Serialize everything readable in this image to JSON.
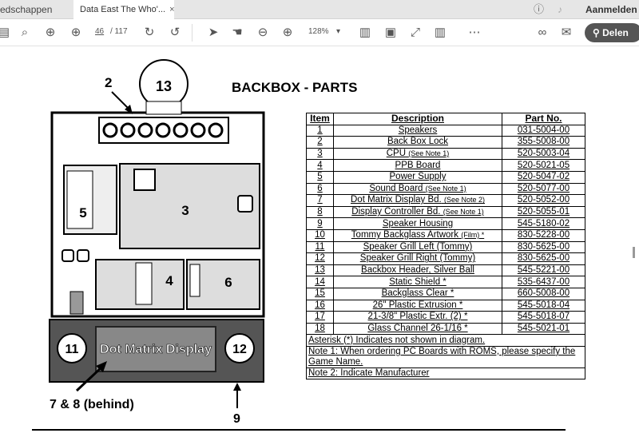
{
  "tabs": [
    {
      "label": "edschappen"
    },
    {
      "label": "Data East The Who'...",
      "close": "×"
    }
  ],
  "header": {
    "signin": "Aanmelden"
  },
  "toolbar": {
    "page_current": "46",
    "page_total": "/ 117",
    "zoom": "128%",
    "share_label": "Delen"
  },
  "document": {
    "title": "BACKBOX - PARTS",
    "diagram_labels": {
      "l2": "2",
      "l13": "13",
      "l5": "5",
      "l3": "3",
      "l4": "4",
      "l6": "6",
      "l11": "11",
      "l12": "12",
      "display": "Dot Matrix Display",
      "l78": "7 & 8 (behind)",
      "l9": "9"
    },
    "table": {
      "headers": [
        "Item",
        "Description",
        "Part No."
      ],
      "rows": [
        [
          "1",
          "Speakers",
          "",
          "031-5004-00"
        ],
        [
          "2",
          "Back Box Lock",
          "",
          "355-5008-00"
        ],
        [
          "3",
          "CPU",
          "(See Note 1)",
          "520-5003-04"
        ],
        [
          "4",
          "PPB Board",
          "",
          "520-5021-05"
        ],
        [
          "5",
          "Power Supply",
          "",
          "520-5047-02"
        ],
        [
          "6",
          "Sound Board",
          "(See Note 1)",
          "520-5077-00"
        ],
        [
          "7",
          "Dot Matrix Display Bd.",
          "(See Note 2)",
          "520-5052-00"
        ],
        [
          "8",
          "Display Controller Bd.",
          "(See Note 1)",
          "520-5055-01"
        ],
        [
          "9",
          "Speaker Housing",
          "",
          "545-5180-02"
        ],
        [
          "10",
          "Tommy Backglass Artwork",
          "(Film) *",
          "830-5228-00"
        ],
        [
          "11",
          "Speaker Grill Left (Tommy)",
          "",
          "830-5625-00"
        ],
        [
          "12",
          "Speaker Grill Right (Tommy)",
          "",
          "830-5625-00"
        ],
        [
          "13",
          "Backbox Header, Silver Ball",
          "",
          "545-5221-00"
        ],
        [
          "14",
          "Static Shield *",
          "",
          "535-6437-00"
        ],
        [
          "15",
          "Backglass Clear *",
          "",
          "660-5008-00"
        ],
        [
          "16",
          "26\" Plastic Extrusion *",
          "",
          "545-5018-04"
        ],
        [
          "17",
          "21-3/8\" Plastic Extr. (2) *",
          "",
          "545-5018-07"
        ],
        [
          "18",
          "Glass Channel 26-1/16 *",
          "",
          "545-5021-01"
        ]
      ],
      "notes": [
        "Asterisk (*) Indicates not shown in diagram.",
        "Note 1: When ordering PC Boards with ROMS, please specify the Game Name.",
        "Note 2: Indicate Manufacturer"
      ]
    }
  }
}
